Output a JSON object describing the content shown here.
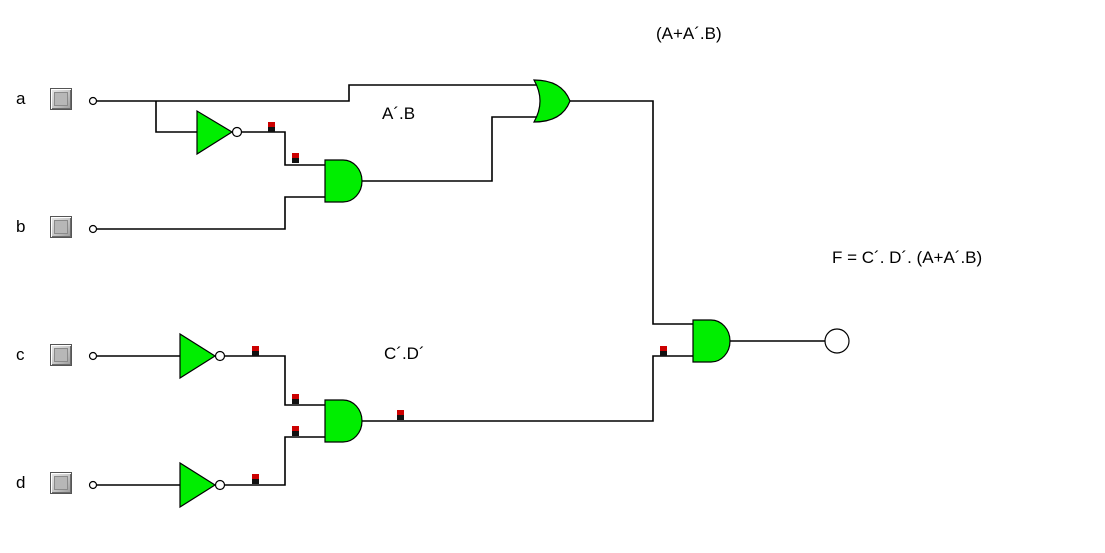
{
  "inputs": [
    {
      "id": "a",
      "label": "a"
    },
    {
      "id": "b",
      "label": "b"
    },
    {
      "id": "c",
      "label": "c"
    },
    {
      "id": "d",
      "label": "d"
    }
  ],
  "annotations": {
    "or_expr": "(A+A´.B)",
    "and_ab_expr": "A´.B",
    "and_cd_expr": "C´.D´",
    "output_expr": "F = C´. D´. (A+A´.B)"
  },
  "colors": {
    "gate_fill": "#00ee00",
    "wire": "#000000",
    "probe_top": "#cc0000",
    "probe_bottom": "#111111",
    "output_led": "#ffffff"
  },
  "gates": {
    "not_a": "not-gate",
    "and_ab": "and-gate",
    "or_top": "or-gate",
    "not_c": "not-gate",
    "not_d": "not-gate",
    "and_cd": "and-gate",
    "and_out": "and-gate"
  }
}
